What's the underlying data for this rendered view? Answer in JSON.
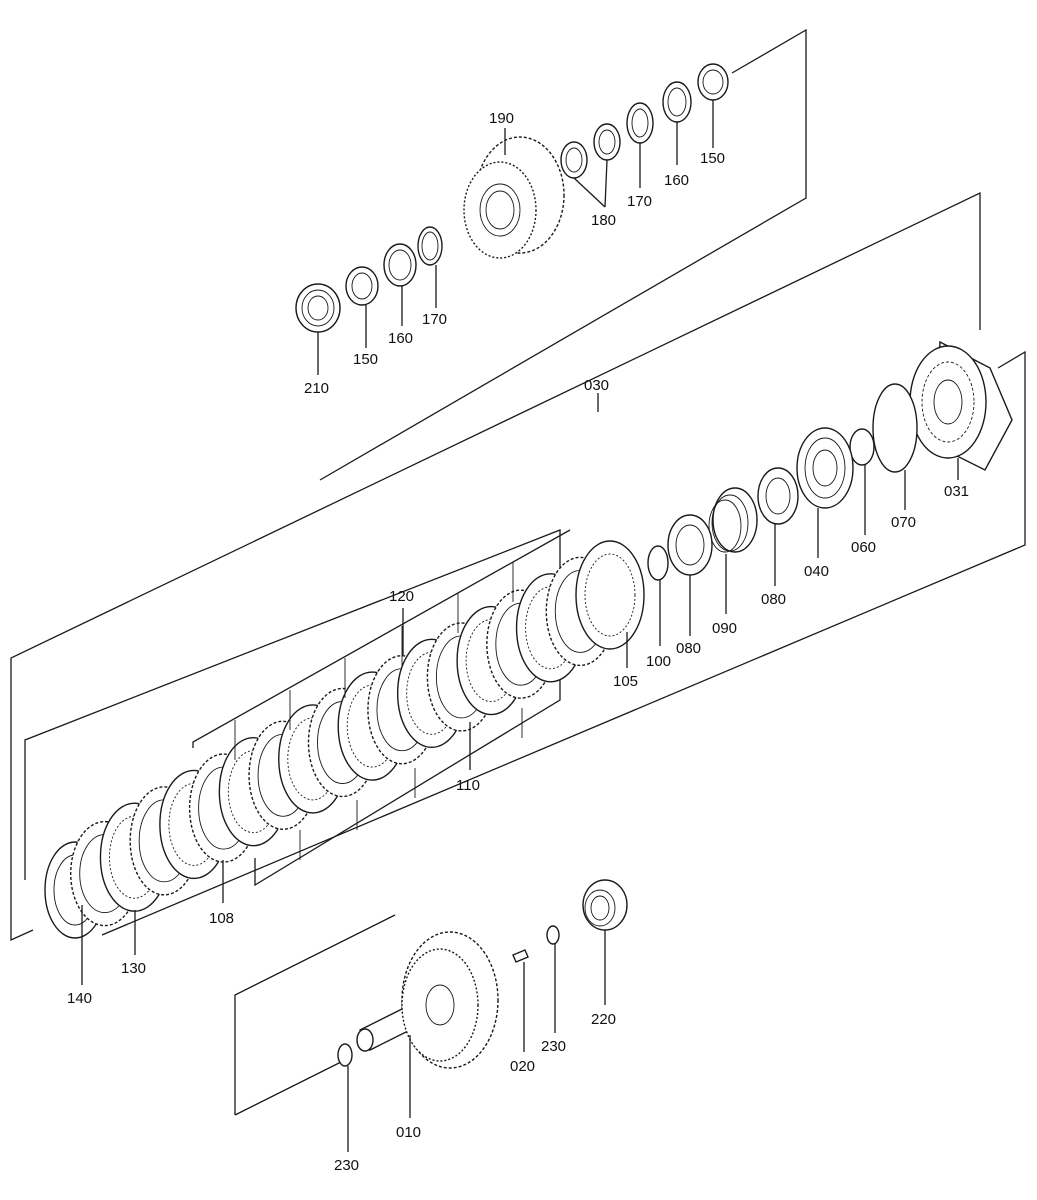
{
  "diagram": {
    "part_labels": [
      "190",
      "150",
      "160",
      "170",
      "180",
      "210",
      "150",
      "160",
      "170",
      "030",
      "031",
      "070",
      "060",
      "040",
      "080",
      "090",
      "080",
      "100",
      "105",
      "120",
      "110",
      "108",
      "130",
      "140",
      "220",
      "230",
      "020",
      "010",
      "230"
    ]
  }
}
